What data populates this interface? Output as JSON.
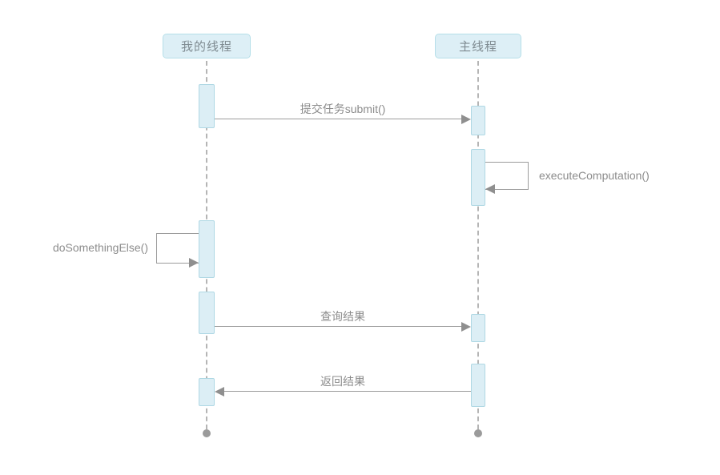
{
  "diagram": {
    "type": "sequence",
    "participants": [
      {
        "id": "my-thread",
        "label": "我的线程"
      },
      {
        "id": "main-thread",
        "label": "主线程"
      }
    ],
    "messages": [
      {
        "from": "my-thread",
        "to": "main-thread",
        "label": "提交任务submit()",
        "kind": "call"
      },
      {
        "from": "main-thread",
        "to": "main-thread",
        "label": "executeComputation()",
        "kind": "self-call"
      },
      {
        "from": "my-thread",
        "to": "my-thread",
        "label": "doSomethingElse()",
        "kind": "self-call"
      },
      {
        "from": "my-thread",
        "to": "main-thread",
        "label": "查询结果",
        "kind": "call"
      },
      {
        "from": "main-thread",
        "to": "my-thread",
        "label": "返回结果",
        "kind": "return"
      }
    ],
    "colors": {
      "background": "#ffffff",
      "participant_fill": "#ddeff6",
      "participant_border": "#b6dfe9",
      "activation_fill": "#dceef5",
      "activation_border": "#afd8e4",
      "line": "#9c9c9c",
      "arrowhead": "#8f8f8f",
      "lifeline_dash": "#b5b5b5",
      "text": "#8c8c8c",
      "participant_text": "#7f8b91",
      "end_dot": "#9b9b9b"
    }
  }
}
